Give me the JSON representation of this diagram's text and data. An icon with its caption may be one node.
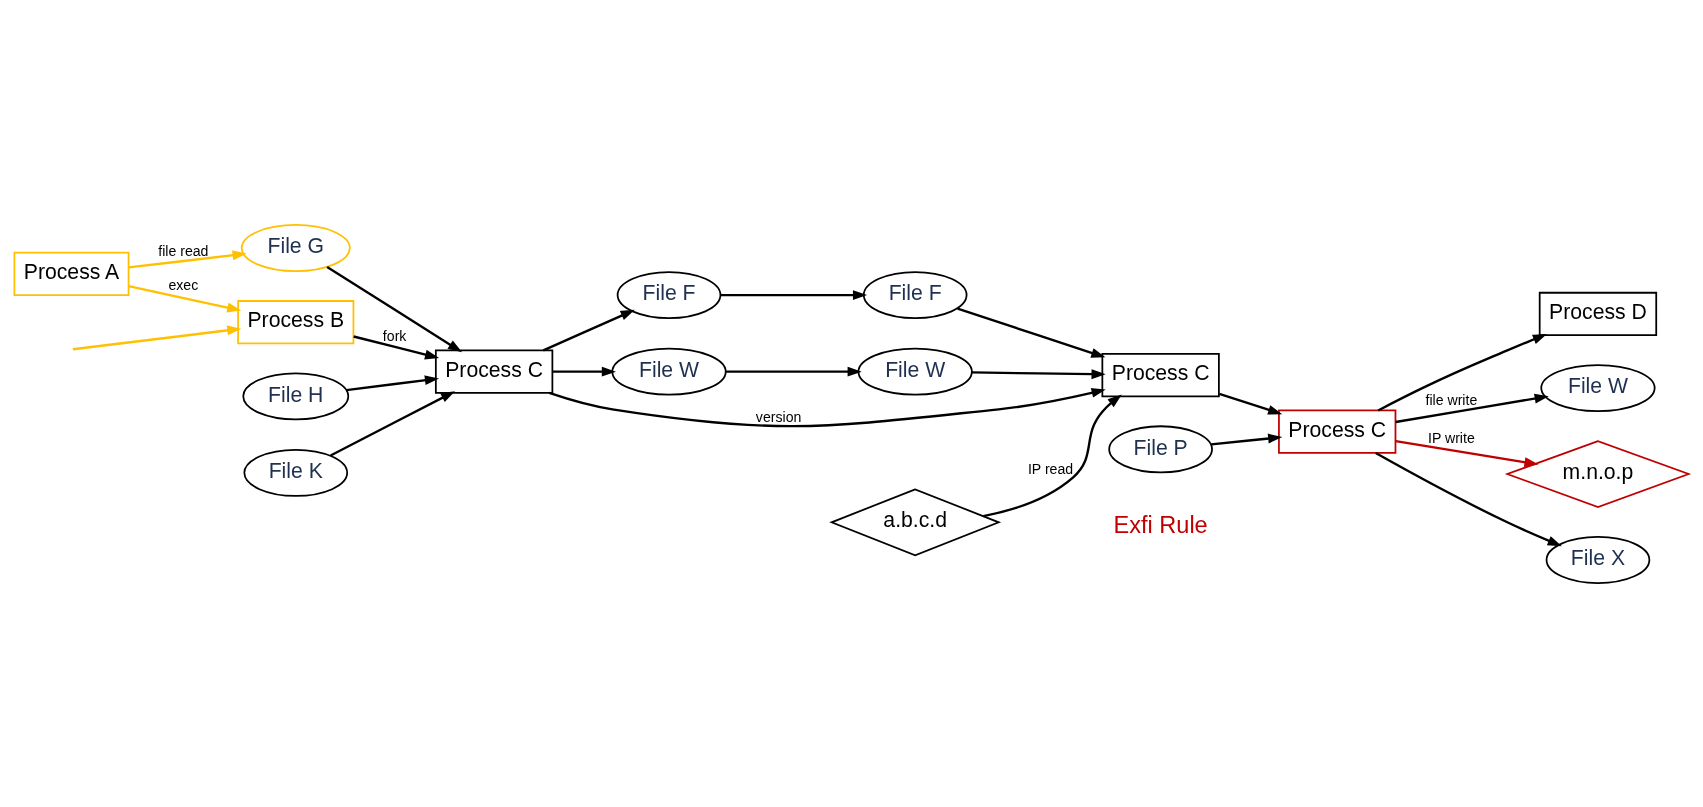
{
  "diagram": {
    "nodes": [
      {
        "text": [
          "Process A"
        ]
      },
      {
        "text": [
          "Process B"
        ]
      },
      {
        "text": [
          "Process C"
        ]
      },
      {
        "text": [
          "File G"
        ]
      },
      {
        "text": [
          "File H"
        ]
      },
      {
        "text": [
          "File K"
        ]
      },
      {
        "text": [
          "File F"
        ]
      },
      {
        "text": [
          "File W"
        ]
      },
      {
        "text": [
          "File F"
        ]
      },
      {
        "text": [
          "Process C"
        ]
      },
      {
        "text": [
          "a.b.c.d"
        ]
      },
      {
        "text": [
          "File W"
        ]
      },
      {
        "text": [
          "File P"
        ]
      },
      {
        "text": [
          "Process C"
        ]
      },
      {
        "text": [
          "Process D"
        ]
      },
      {
        "text": [
          "File W"
        ]
      },
      {
        "text": [
          "m.n.o.p"
        ]
      },
      {
        "text": [
          "File X"
        ]
      }
    ],
    "edges": [
      {
        "from": null,
        "to": 1,
        "arrow": "to",
        "color": "#ffc000"
      },
      {
        "from": 0,
        "to": 1,
        "arrow": "to",
        "label": "exec",
        "color": "#ffc000"
      },
      {
        "from": 0,
        "to": 3,
        "arrow": "to",
        "label": "file read",
        "color": "#ffc000"
      },
      {
        "from": 1,
        "to": 2,
        "arrow": "to",
        "label": "fork"
      },
      {
        "from": 3,
        "to": 2,
        "arrow": "to"
      },
      {
        "from": 4,
        "to": 2,
        "arrow": "to"
      },
      {
        "from": 5,
        "to": 2,
        "arrow": "to"
      },
      {
        "from": 2,
        "to": 6,
        "arrow": "to"
      },
      {
        "from": 2,
        "to": 7,
        "arrow": "to"
      },
      {
        "from": 2,
        "to": 9,
        "arrow": "to",
        "label": "version"
      },
      {
        "from": 6,
        "to": 8,
        "arrow": "to"
      },
      {
        "from": 7,
        "to": 11,
        "arrow": "to"
      },
      {
        "from": 8,
        "to": 9,
        "arrow": "to"
      },
      {
        "from": 11,
        "to": 9,
        "arrow": "to"
      },
      {
        "from": 10,
        "to": 9,
        "arrow": "to",
        "label": "IP read"
      },
      {
        "from": 9,
        "to": 13,
        "arrow": "to"
      },
      {
        "from": 12,
        "to": 13,
        "arrow": "to"
      },
      {
        "from": 13,
        "to": 14,
        "arrow": "to"
      },
      {
        "from": 13,
        "to": 17,
        "arrow": "to"
      },
      {
        "from": 13,
        "to": 15,
        "arrow": "to",
        "label": "file write"
      },
      {
        "from": 13,
        "to": 16,
        "arrow": "to",
        "label": "IP write",
        "color": "#c00000"
      }
    ],
    "labels": [
      "Exfi Rule"
    ]
  }
}
